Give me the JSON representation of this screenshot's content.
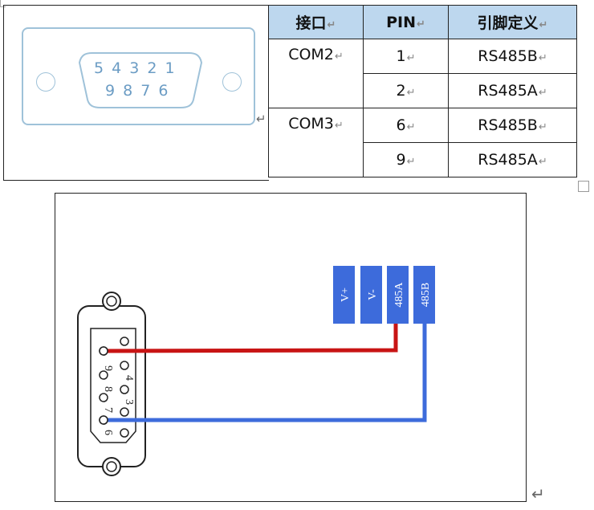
{
  "table": {
    "headers": [
      "接口",
      "PIN",
      "引脚定义"
    ],
    "rows": [
      {
        "interface": "COM2",
        "pin": "1",
        "def": "RS485B"
      },
      {
        "interface": "",
        "pin": "2",
        "def": "RS485A"
      },
      {
        "interface": "COM3",
        "pin": "6",
        "def": "RS485B"
      },
      {
        "interface": "",
        "pin": "9",
        "def": "RS485A"
      }
    ],
    "return_mark": "↵"
  },
  "connector": {
    "top_pins": "5 4 3 2 1",
    "bottom_pins": "9 8 7 6"
  },
  "terminals": [
    "V+",
    "V-",
    "485A",
    "485B"
  ],
  "plug_pin_labels": [
    "9",
    "4",
    "8",
    "3",
    "7",
    "6"
  ],
  "colors": {
    "header_bg": "#bdd7ee",
    "terminal_blue": "#3d6bdb",
    "wire_red": "#c81414",
    "wire_blue": "#3d6bdb"
  }
}
